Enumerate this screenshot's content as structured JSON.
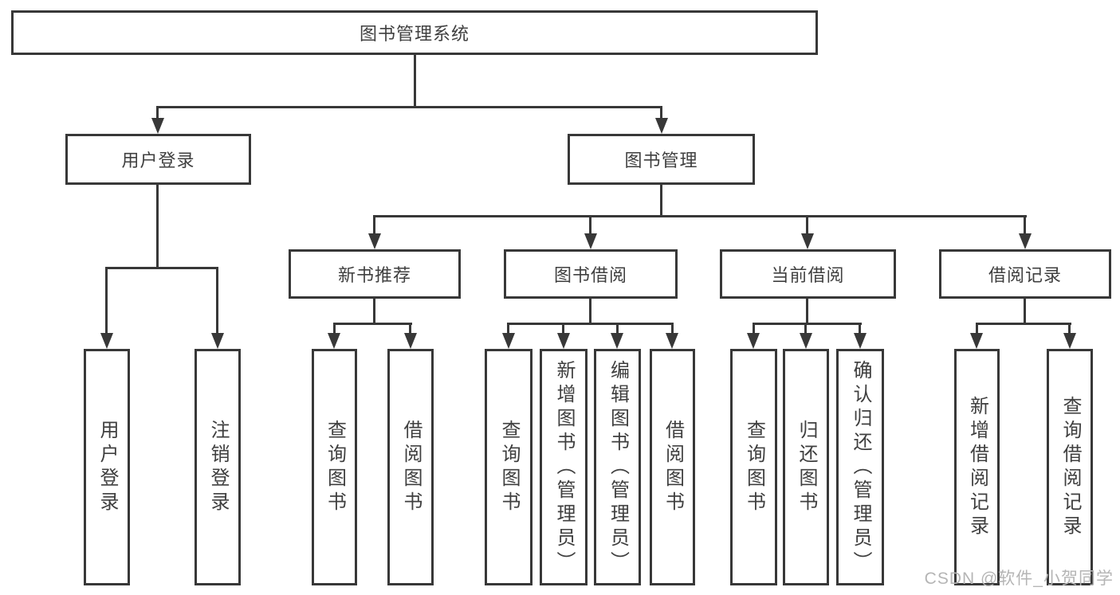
{
  "colors": {
    "line": "#383838",
    "text": "#3f3f3f",
    "watermark": "#b5b5b5",
    "background": "#ffffff"
  },
  "icons": {
    "arrow_down_icon": "solid downward triangle (CSS border shape)"
  },
  "watermark": {
    "text": "CSDN @软件_小贺同学"
  },
  "diagram": {
    "root": {
      "label": "图书管理系统"
    },
    "level2": [
      {
        "label": "用户登录",
        "children": [
          {
            "label": "用户登录"
          },
          {
            "label": "注销登录"
          }
        ]
      },
      {
        "label": "图书管理",
        "children": [
          {
            "label": "新书推荐",
            "children": [
              {
                "label": "查询图书"
              },
              {
                "label": "借阅图书"
              }
            ]
          },
          {
            "label": "图书借阅",
            "children": [
              {
                "label": "查询图书"
              },
              {
                "label": "新增图书（管理员）"
              },
              {
                "label": "编辑图书（管理员）"
              },
              {
                "label": "借阅图书"
              }
            ]
          },
          {
            "label": "当前借阅",
            "children": [
              {
                "label": "查询图书"
              },
              {
                "label": "归还图书"
              },
              {
                "label": "确认归还（管理员）"
              }
            ]
          },
          {
            "label": "借阅记录",
            "children": [
              {
                "label": "新增借阅记录"
              },
              {
                "label": "查询借阅记录"
              }
            ]
          }
        ]
      }
    ]
  }
}
